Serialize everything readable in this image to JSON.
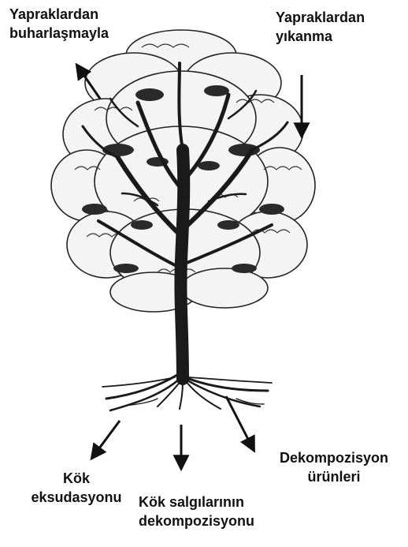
{
  "labels": {
    "leaf_evaporation": {
      "line1": "Yapraklardan",
      "line2": "buharlaşmayla"
    },
    "leaf_washing": {
      "line1": "Yapraklardan",
      "line2": "yıkanma"
    },
    "root_exudation": {
      "line1": "Kök",
      "line2": "eksudasyonu"
    },
    "root_secretion_decomposition": {
      "line1": "Kök salgılarının",
      "line2": "dekompozisyonu"
    },
    "decomposition_products": {
      "line1": "Dekompozisyon",
      "line2": "ürünleri"
    }
  },
  "colors": {
    "ink": "#111111",
    "foliage_fill": "#f2f2f2",
    "trunk": "#1a1a1a"
  }
}
